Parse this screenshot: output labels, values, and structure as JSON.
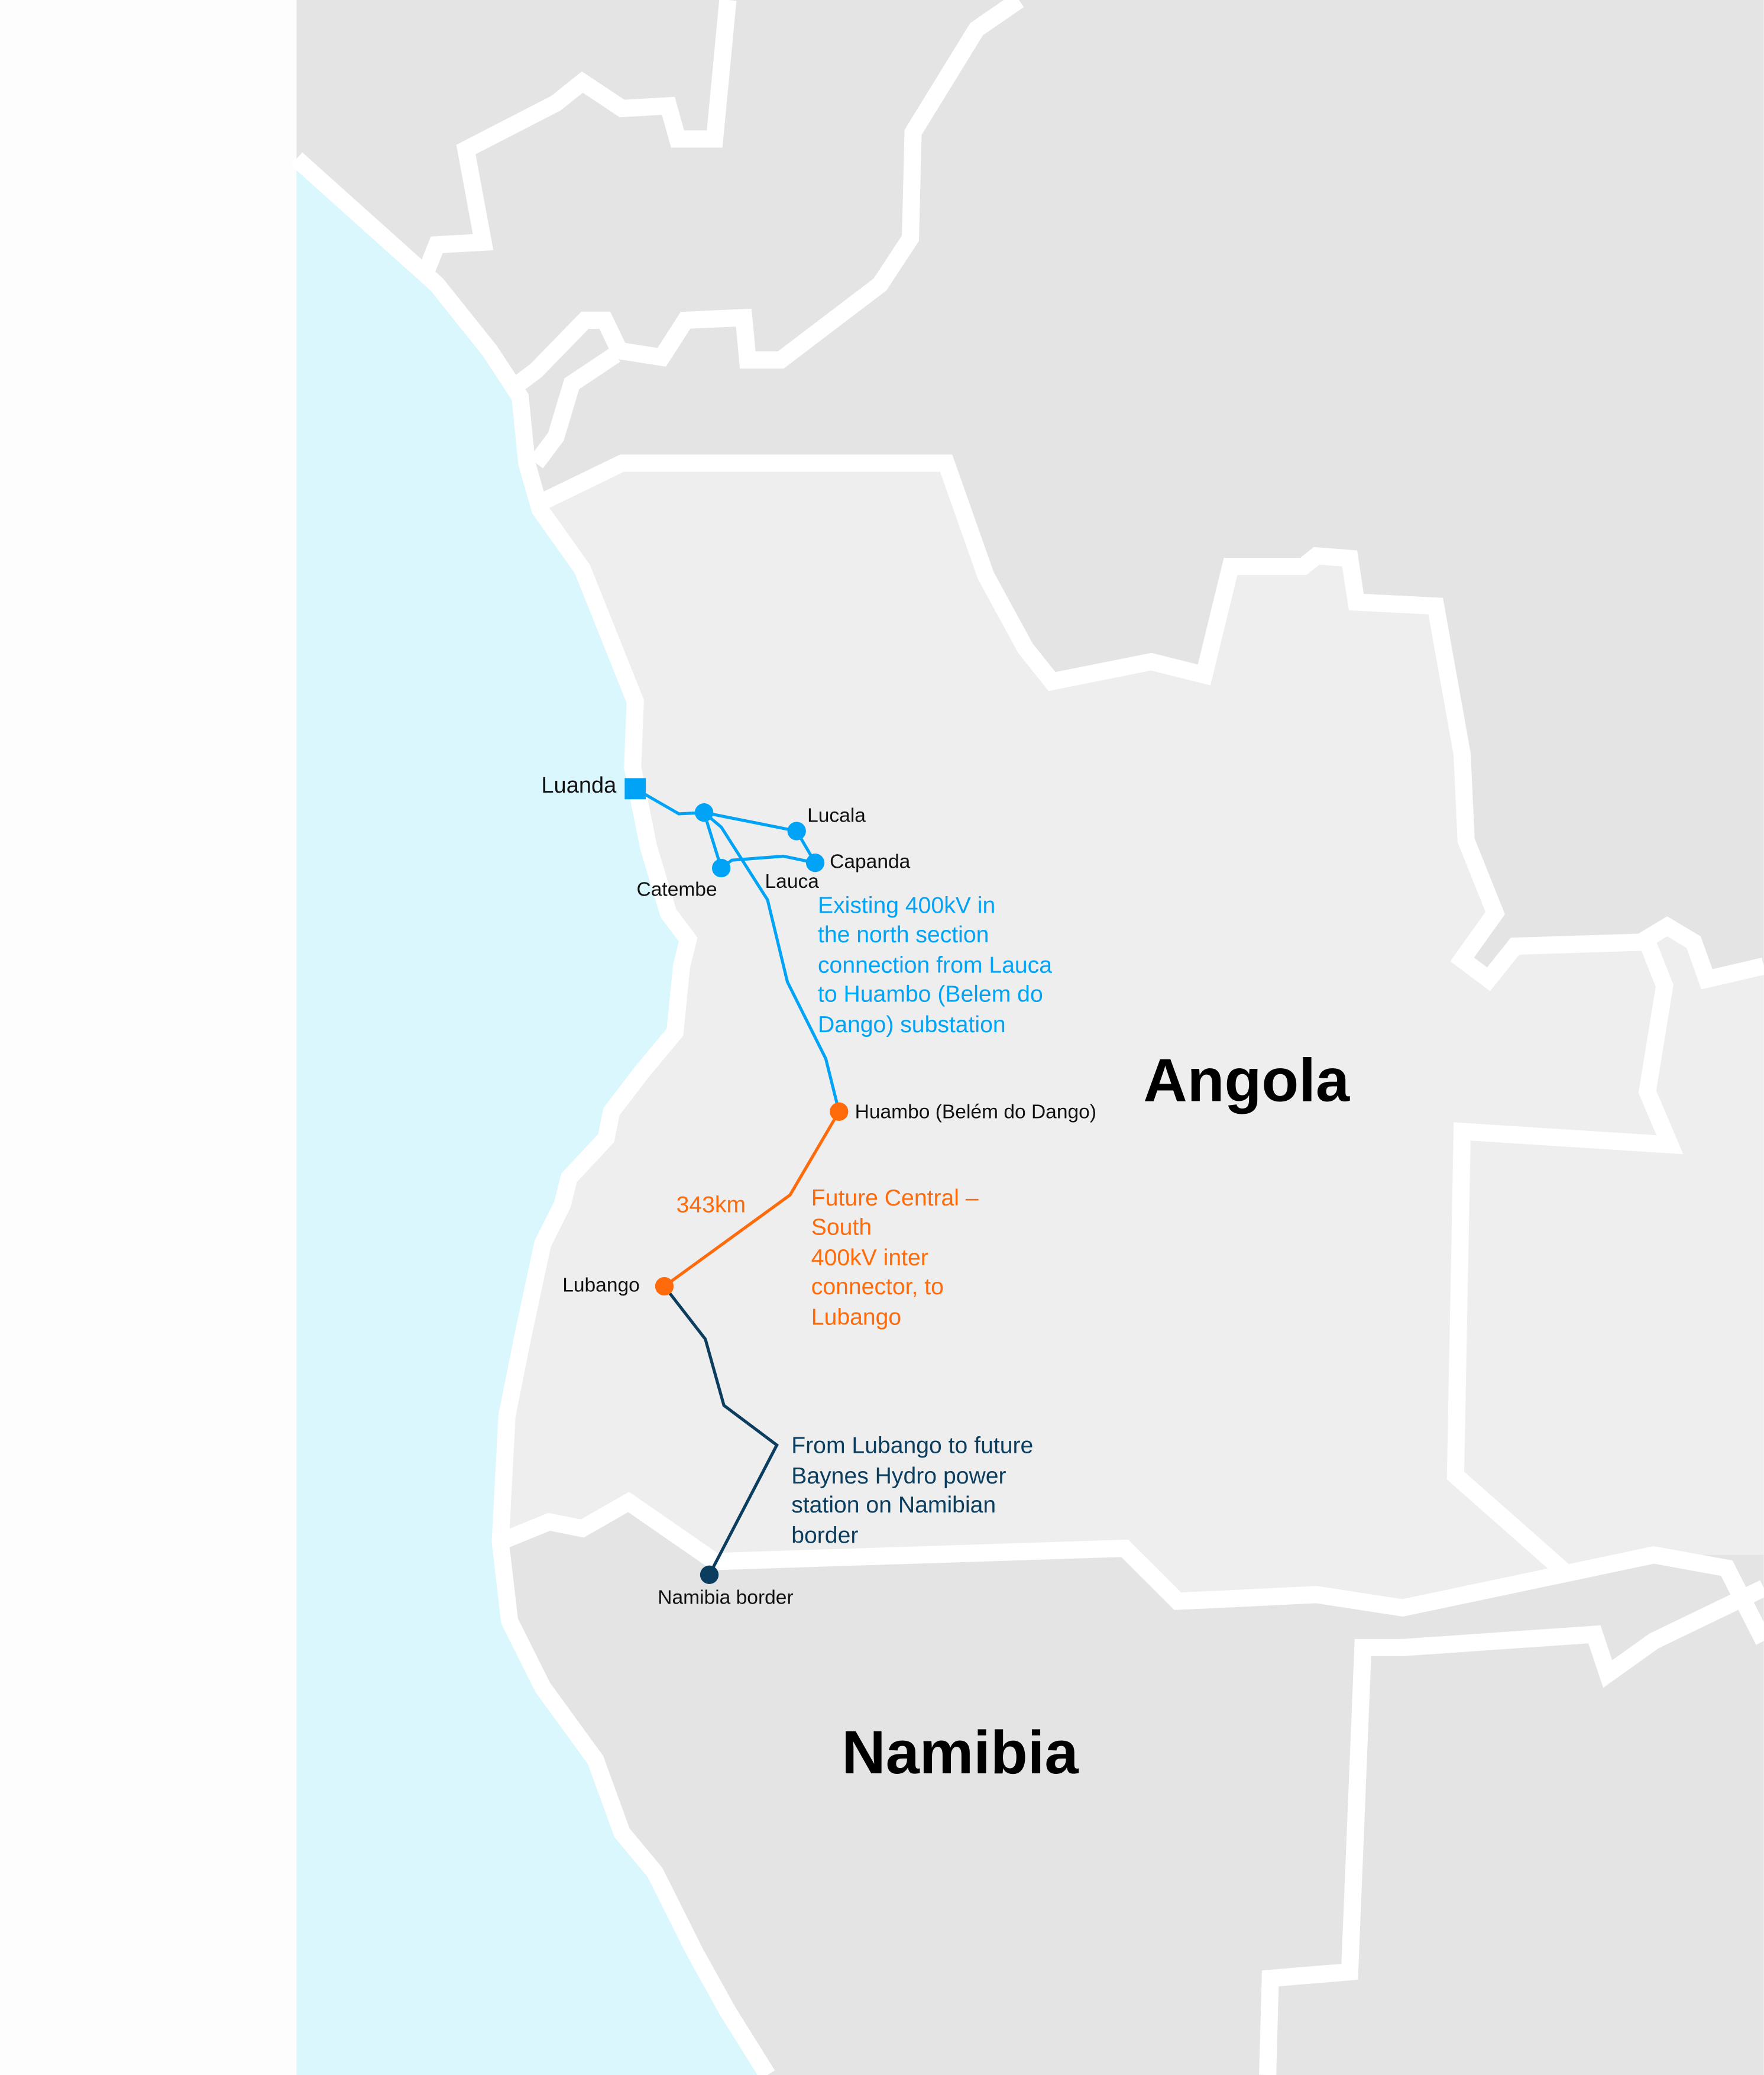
{
  "colors": {
    "sea": "#d9f7fc",
    "angola": "#eeeeee",
    "neighbours": "#e4e4e4",
    "existing_line": "#00a3f5",
    "future_line": "#ff6b0a",
    "namibia_line": "#0b3d5e"
  },
  "countries": {
    "angola": "Angola",
    "namibia": "Namibia"
  },
  "places": {
    "luanda": "Luanda",
    "lucala": "Lucala",
    "capanda": "Capanda",
    "catembe": "Catembe",
    "lauca": "Lauca",
    "huambo": "Huambo (Belém do Dango)",
    "lubango": "Lubango",
    "namibia_border": "Namibia border"
  },
  "annotations": {
    "existing": [
      "Existing 400kV in",
      "the north section",
      "connection from Lauca",
      "to Huambo (Belem do",
      "Dango) substation"
    ],
    "distance": "343km",
    "future": [
      "Future Central –",
      "South",
      "400kV inter",
      "connector, to",
      "Lubango"
    ],
    "namibia_link": [
      "From Lubango to future",
      "Baynes Hydro power",
      "station on Namibian",
      "border"
    ]
  }
}
